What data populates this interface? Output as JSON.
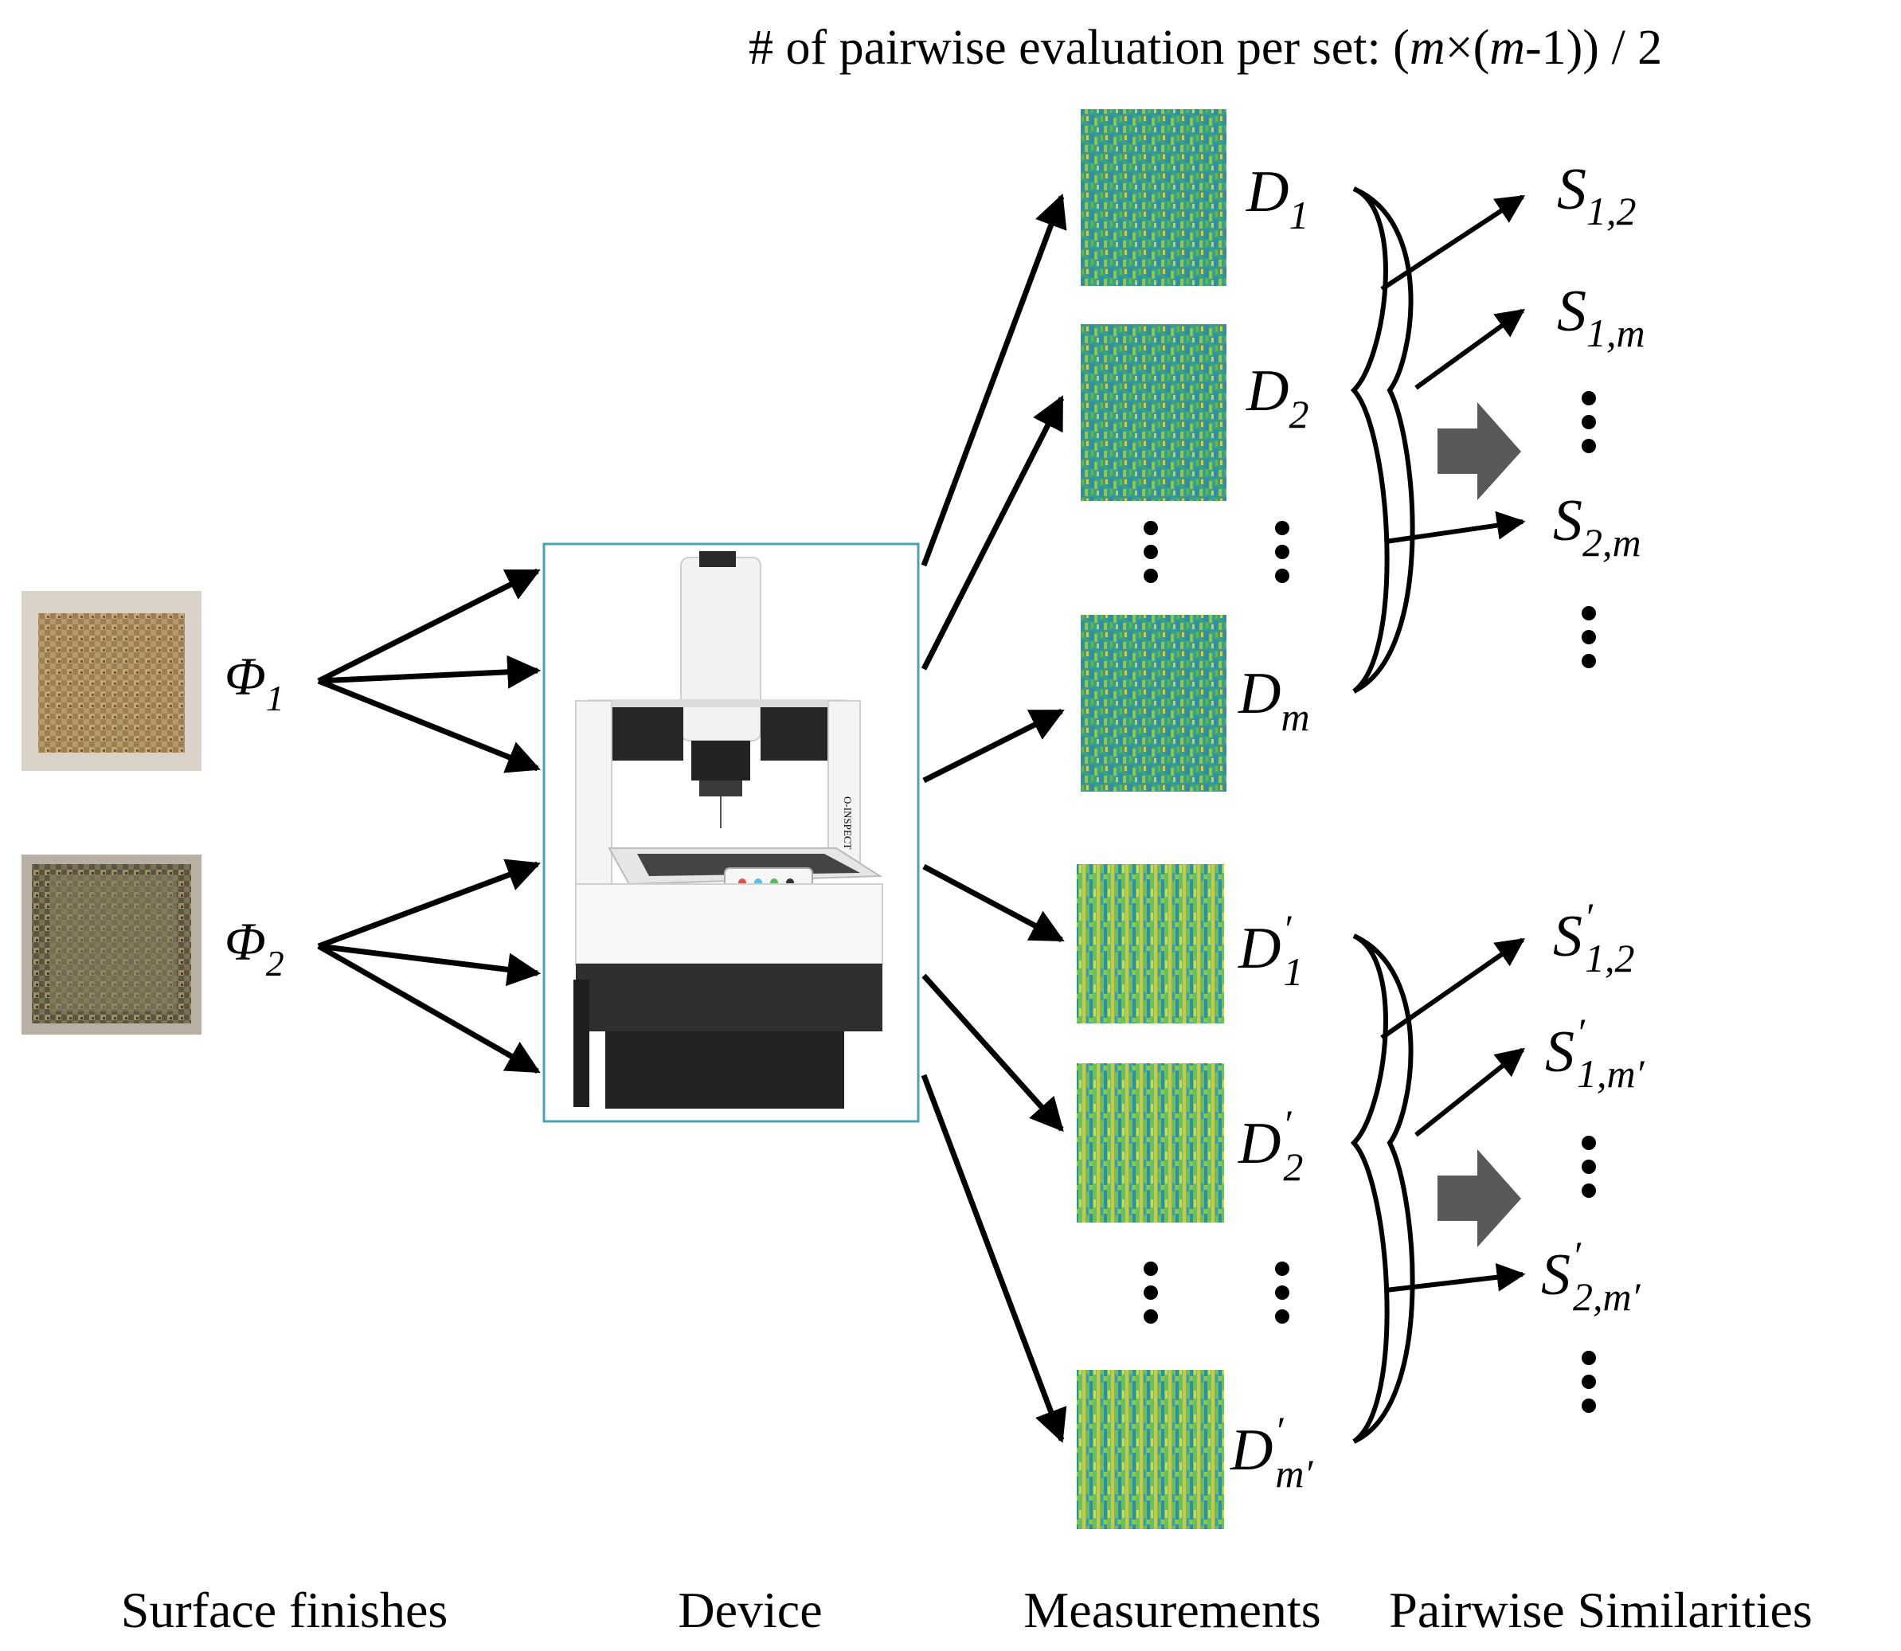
{
  "header": {
    "formula_prefix": "# of pairwise evaluation per set: (",
    "formula_m1": "m",
    "formula_times": "×(",
    "formula_m2": "m",
    "formula_suffix": "-1)) / 2"
  },
  "column_labels": {
    "surface": "Surface finishes",
    "device": "Device",
    "measurements": "Measurements",
    "similarities": "Pairwise Similarities"
  },
  "surfaces": [
    {
      "symbol": "Φ",
      "sub": "1"
    },
    {
      "symbol": "Φ",
      "sub": "2"
    }
  ],
  "device": {
    "brand_text": "O-INSPECT",
    "icon": "cmm-machine-icon"
  },
  "measurements_set1": [
    {
      "base": "D",
      "prime": "",
      "sub": "1"
    },
    {
      "base": "D",
      "prime": "",
      "sub": "2"
    },
    {
      "base": "D",
      "prime": "",
      "sub": "m"
    }
  ],
  "measurements_set2": [
    {
      "base": "D",
      "prime": "′",
      "sub": "1"
    },
    {
      "base": "D",
      "prime": "′",
      "sub": "2"
    },
    {
      "base": "D",
      "prime": "′",
      "sub": "m′"
    }
  ],
  "similarities_set1": [
    {
      "base": "S",
      "prime": "",
      "sub": "1,2"
    },
    {
      "base": "S",
      "prime": "",
      "sub": "1,m"
    },
    {
      "base": "S",
      "prime": "",
      "sub": "2,m"
    }
  ],
  "similarities_set2": [
    {
      "base": "S",
      "prime": "′",
      "sub": "1,2"
    },
    {
      "base": "S",
      "prime": "′",
      "sub": "1,m′"
    },
    {
      "base": "S",
      "prime": "′",
      "sub": "2,m′"
    }
  ],
  "colors": {
    "device_frame": "#4aa3b5",
    "arrow": "#000000",
    "block_arrow": "#595959",
    "measure_blue": "#2e8fa8",
    "measure_green": "#5cb85c",
    "measure_yellow": "#d9c94a",
    "surface_gold": "#a88a5e",
    "surface_dark": "#4a4638"
  }
}
